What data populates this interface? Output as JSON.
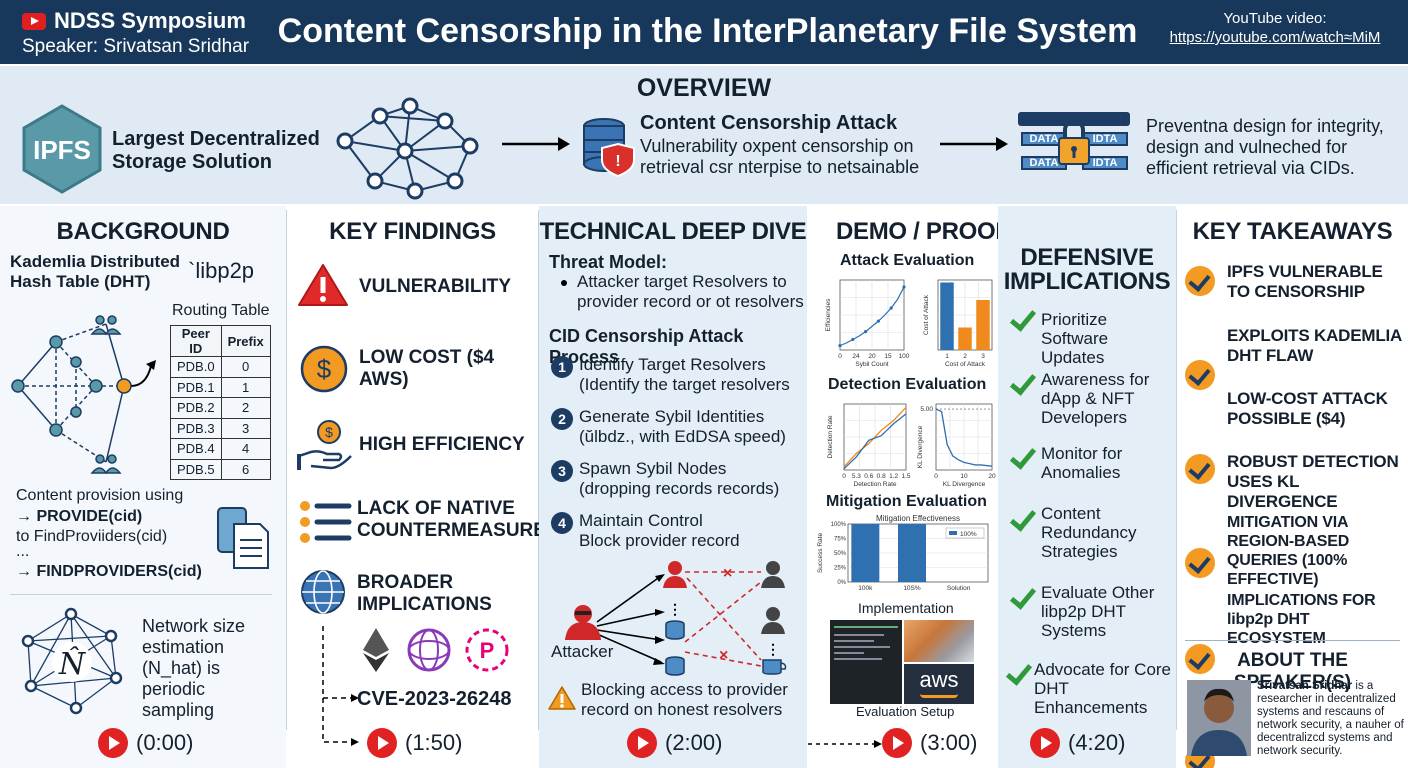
{
  "header": {
    "brand": "NDSS Symposium",
    "speaker": "Speaker: Srivatsan Sridhar",
    "title": "Content Censorship in the InterPlanetary File System",
    "youtube_label": "YouTube video:",
    "youtube_url": "https://youtube.com/watch≈MiM"
  },
  "overview": {
    "title": "OVERVIEW",
    "ipfs_logo": "IPFS",
    "left_text": "Largest Decentralized Storage Solution",
    "attack_title": "Content Censorship Attack",
    "attack_desc": "Vulnerability oxpent censorship on retrieval csr nterpise to netsainable",
    "data_label_1": "DATA",
    "data_label_2": "IDTA",
    "data_label_3": "DATA",
    "data_label_4": "IDTA",
    "right_text": "Preventna design for integrity, design and vulneched for efficient retrieval via CIDs."
  },
  "background": {
    "title": "BACKGROUND",
    "kademlia": "Kademlia Distributed Hash Table (DHT)",
    "libp2p": "`libp2p",
    "routing_title": "Routing Table",
    "routing_headers": [
      "Peer ID",
      "Prefix"
    ],
    "routing_rows": [
      [
        "PDB.0",
        "0"
      ],
      [
        "PDB.1",
        "1"
      ],
      [
        "PDB.2",
        "2"
      ],
      [
        "PDB.3",
        "3"
      ],
      [
        "PDB.4",
        "4"
      ],
      [
        "PDB.5",
        "6"
      ]
    ],
    "provision_1": "Content provision using",
    "provision_2": "→ PROVIDE(cid)",
    "provision_3": "to FindProviiders(cid)",
    "provision_4": "...",
    "provision_5": "→ FINDPROVIDERS(cid)",
    "nhat_symbol": "N̂",
    "network_text": "Network size estimation (N_hat) is periodic sampling",
    "timestamp": "(0:00)"
  },
  "findings": {
    "title": "KEY FINDINGS",
    "items": [
      "VULNERABILITY",
      "LOW COST ($4 AWS)",
      "HIGH EFFICIENCY",
      "LACK OF NATIVE COUNTERMEASURES",
      "BROADER IMPLICATIONS"
    ],
    "dollar": "$",
    "cve": "CVE-2023-26248",
    "timestamp": "(1:50)"
  },
  "technical": {
    "title": "TECHNICAL DEEP DIVE",
    "threat_title": "Threat Model:",
    "threat_desc": "Attacker target Resolvers to provider record or ot resolvers",
    "process_title": "CID Censorship Attack Process",
    "steps": [
      {
        "num": "1",
        "line1": "Identify Target Resolvers",
        "line2": "(Identify the target resolvers"
      },
      {
        "num": "2",
        "line1": "Generate Sybil Identities",
        "line2": "(ŭlbdz., with EdDSA speed)"
      },
      {
        "num": "3",
        "line1": "Spawn Sybil Nodes",
        "line2": "(dropping records records)"
      },
      {
        "num": "4",
        "line1": "Maintain Control",
        "line2": "Block provider record"
      }
    ],
    "attacker": "Attacker",
    "warning": "Blocking access to provider record on honest resolvers",
    "timestamp": "(2:00)"
  },
  "demo": {
    "title": "DEMO / PROOF OF CONCEPT",
    "attack_eval": "Attack Evaluation",
    "detection_eval": "Detection Evaluation",
    "mitigation_eval": "Mitigation Evaluation",
    "implementation": "Implementation",
    "eval_setup": "Evaluation Setup",
    "aws": "aws",
    "timestamp": "(3:00)"
  },
  "defensive": {
    "title": "DEFENSIVE IMPLICATIONS",
    "items": [
      "Prioritize Software Updates",
      "Awareness for dApp & NFT Developers",
      "Monitor for Anomalies",
      "Content Redundancy Strategies",
      "Evaluate Other libp2p DHT Systems",
      "Advocate for Core DHT Enhancements"
    ],
    "timestamp": "(4:20)"
  },
  "takeaways": {
    "title": "KEY TAKEAWAYS",
    "items": [
      "IPFS VULNERABLE TO CENSORSHIP",
      "EXPLOITS KADEMLIA DHT FLAW",
      "LOW-COST ATTACK POSSIBLE ($4)",
      "ROBUST DETECTION USES KL DIVERGENCE",
      "MITIGATION VIA REGION-BASED QUERIES (100% EFFECTIVE)",
      "IMPLICATIONS FOR libp2p DHT ECOSYSTEM"
    ],
    "speaker_title": "ABOUT THE SPEAKER(S)",
    "speaker_name": "Srivatsan Sridhar",
    "speaker_bio": " is a researcher in decentralized systems and rescauns of network security, a nauher of decentralizcd systems and network security."
  },
  "chart_data": [
    {
      "type": "line",
      "title": "",
      "xlabel": "Sybil Count",
      "ylabel": "Efficiencies",
      "x": [
        0,
        10,
        20,
        30,
        40,
        50,
        60,
        70,
        80,
        90,
        100
      ],
      "y": [
        5,
        8,
        12,
        16,
        21,
        27,
        33,
        40,
        48,
        58,
        72
      ],
      "xticks": [
        "0",
        "24",
        "20",
        "15",
        "100"
      ],
      "ylim": [
        0,
        80
      ],
      "grid": true
    },
    {
      "type": "bar",
      "title": "",
      "xlabel": "Cost of Attack",
      "ylabel": "Cost of Attack",
      "categories": [
        "1",
        "2",
        "3"
      ],
      "series": [
        {
          "values": [
            270,
            90,
            200
          ]
        }
      ],
      "ylim": [
        0,
        280
      ],
      "colors": [
        "#2e70b0",
        "#f08a1d",
        "#f08a1d"
      ],
      "grid": true
    },
    {
      "type": "line",
      "title": "",
      "xlabel": "Detection Rate",
      "ylabel": "Detection Rate",
      "x": [
        0,
        0.3,
        0.6,
        0.9,
        1.2,
        1.5
      ],
      "xticks": [
        "0",
        "5.3",
        "0.6",
        "0.8",
        "1.2",
        "1.5"
      ],
      "series": [
        {
          "values": [
            0.05,
            0.25,
            0.4,
            0.6,
            0.75,
            0.95
          ]
        },
        {
          "values": [
            0.02,
            0.2,
            0.45,
            0.52,
            0.7,
            0.85
          ]
        }
      ],
      "ylim": [
        0,
        1
      ],
      "grid": true
    },
    {
      "type": "line",
      "title": "",
      "xlabel": "KL Divergence",
      "ylabel": "KL Divergence",
      "x": [
        0,
        2,
        4,
        6,
        8,
        10,
        12,
        14,
        16,
        18,
        20
      ],
      "xticks": [
        "0",
        "10",
        "20"
      ],
      "yticks": [
        "5.00"
      ],
      "y": [
        4.8,
        4.6,
        2.0,
        1.1,
        0.8,
        0.6,
        0.5,
        0.4,
        0.4,
        0.35,
        0.3
      ],
      "ylim": [
        0,
        5.2
      ],
      "grid": true
    },
    {
      "type": "bar",
      "title": "Mitigation Effectiveness",
      "xlabel": "",
      "ylabel": "Success Rate",
      "categories": [
        "100k",
        "10S%",
        "Solution"
      ],
      "series": [
        {
          "name": "100%",
          "values": [
            100,
            100,
            0
          ]
        }
      ],
      "yticks": [
        "100%",
        "75%",
        "50%",
        "25%",
        "0%"
      ],
      "ylim": [
        0,
        100
      ],
      "colors": [
        "#2e70b0"
      ],
      "legend": "top-right",
      "grid": true
    }
  ]
}
